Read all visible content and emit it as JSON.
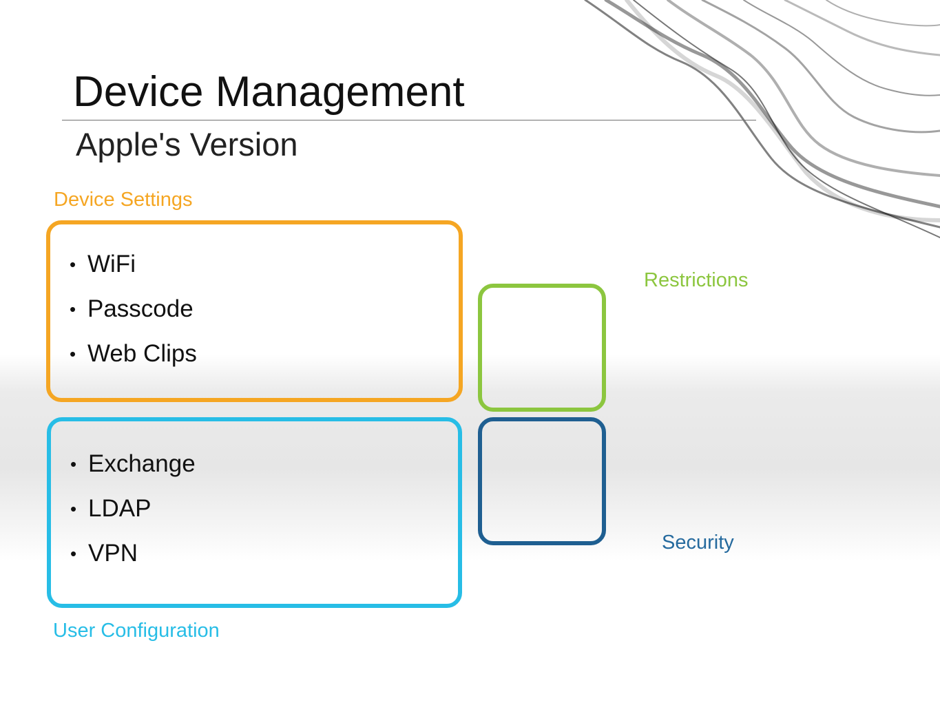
{
  "slide": {
    "title": "Device Management",
    "subtitle": "Apple's Version"
  },
  "device_settings": {
    "label": "Device Settings",
    "color": "#f5a623",
    "items": [
      "WiFi",
      "Passcode",
      "Web Clips"
    ]
  },
  "user_configuration": {
    "label": "User Configuration",
    "color": "#27bde6",
    "items": [
      "Exchange",
      "LDAP",
      "VPN"
    ]
  },
  "restrictions": {
    "label": "Restrictions",
    "color": "#8cc63f"
  },
  "security": {
    "label": "Security",
    "color": "#1f5f91"
  },
  "decoration": {
    "icon": "smoke-swirl-icon"
  }
}
